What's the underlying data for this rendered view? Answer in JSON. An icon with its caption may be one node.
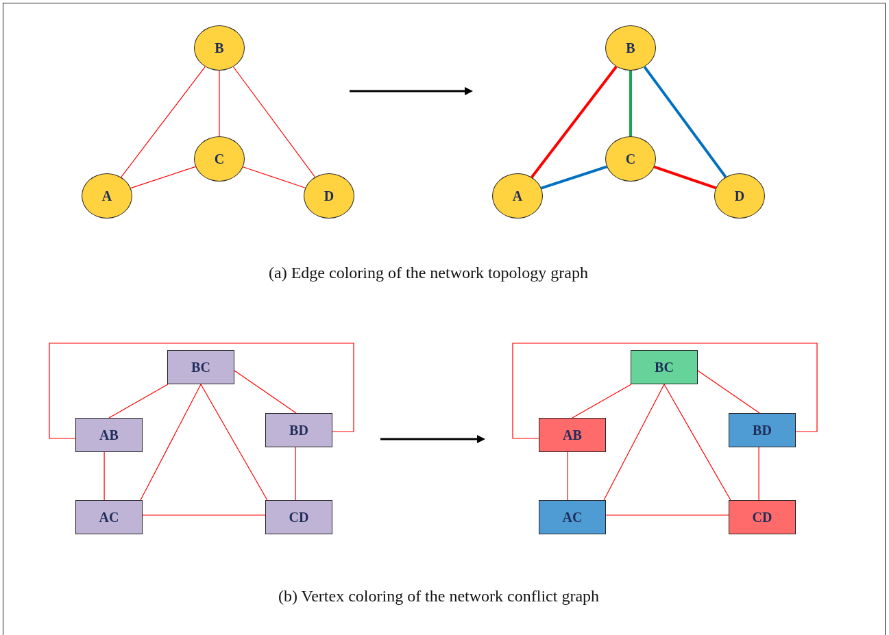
{
  "diagram": {
    "nodes": [
      {
        "text": [
          "B"
        ]
      },
      {
        "text": [
          "C"
        ]
      },
      {
        "text": [
          "A"
        ]
      },
      {
        "text": [
          "D"
        ]
      },
      {
        "text": [
          "B"
        ]
      },
      {
        "text": [
          "C"
        ]
      },
      {
        "text": [
          "A"
        ]
      },
      {
        "text": [
          "D"
        ]
      },
      {
        "text": [
          "BC"
        ]
      },
      {
        "text": [
          "AB"
        ]
      },
      {
        "text": [
          "BD"
        ]
      },
      {
        "text": [
          "AC"
        ]
      },
      {
        "text": [
          "CD"
        ]
      },
      {
        "text": [
          "BC"
        ]
      },
      {
        "text": [
          "AB"
        ]
      },
      {
        "text": [
          "BD"
        ]
      },
      {
        "text": [
          "AC"
        ]
      },
      {
        "text": [
          "CD"
        ]
      }
    ],
    "edges": [
      {
        "from": 0,
        "to": 2,
        "arrow": "none"
      },
      {
        "from": 0,
        "to": 1,
        "arrow": "none"
      },
      {
        "from": 0,
        "to": 3,
        "arrow": "none"
      },
      {
        "from": 2,
        "to": 1,
        "arrow": "none"
      },
      {
        "from": 1,
        "to": 3,
        "arrow": "none"
      },
      {
        "from": 4,
        "to": 6,
        "arrow": "none",
        "style": "thick"
      },
      {
        "from": 4,
        "to": 5,
        "arrow": "none",
        "style": "thick",
        "color": "#1aa64a"
      },
      {
        "from": 4,
        "to": 7,
        "arrow": "none",
        "style": "thick",
        "color": "#0070c0"
      },
      {
        "from": 6,
        "to": 5,
        "arrow": "none",
        "style": "thick",
        "color": "#0070c0"
      },
      {
        "from": 5,
        "to": 7,
        "arrow": "none",
        "style": "thick"
      },
      {
        "from": 8,
        "to": 9,
        "arrow": "none"
      },
      {
        "from": 8,
        "to": 10,
        "arrow": "none"
      },
      {
        "from": 8,
        "to": 11,
        "arrow": "none"
      },
      {
        "from": 8,
        "to": 12,
        "arrow": "none"
      },
      {
        "from": 9,
        "to": 11,
        "arrow": "none"
      },
      {
        "from": 10,
        "to": 12,
        "arrow": "none"
      },
      {
        "from": 11,
        "to": 12,
        "arrow": "none"
      },
      {
        "from": 9,
        "to": 10,
        "arrow": "none"
      },
      {
        "from": 13,
        "to": 14,
        "arrow": "none"
      },
      {
        "from": 13,
        "to": 15,
        "arrow": "none"
      },
      {
        "from": 13,
        "to": 16,
        "arrow": "none"
      },
      {
        "from": 13,
        "to": 17,
        "arrow": "none"
      },
      {
        "from": 14,
        "to": 16,
        "arrow": "none"
      },
      {
        "from": 15,
        "to": 17,
        "arrow": "none"
      },
      {
        "from": 16,
        "to": 17,
        "arrow": "none"
      },
      {
        "from": 14,
        "to": 15,
        "arrow": "none"
      }
    ],
    "labels": [
      "(a) Edge coloring of the network topology graph",
      "(b) Vertex coloring of the network conflict graph"
    ]
  }
}
